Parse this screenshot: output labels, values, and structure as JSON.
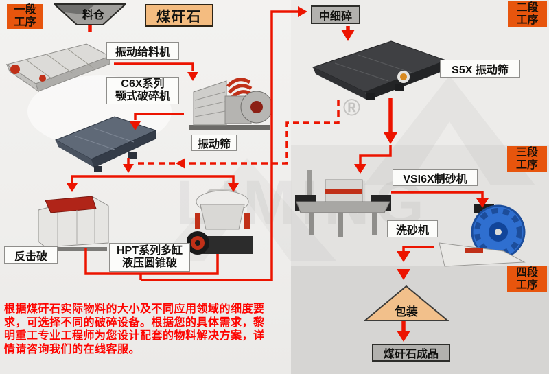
{
  "stages": [
    {
      "line1": "一段",
      "line2": "工序"
    },
    {
      "line1": "二段",
      "line2": "工序"
    },
    {
      "line1": "三段",
      "line2": "工序"
    },
    {
      "line1": "四段",
      "line2": "工序"
    }
  ],
  "flow": {
    "silo": "料仓",
    "material": "煤矸石",
    "feeder": "振动给料机",
    "jaw_crusher_line1": "C6X系列",
    "jaw_crusher_line2": "颚式破碎机",
    "vibrating_screen": "振动筛",
    "impact_crusher": "反击破",
    "cone_crusher_line1": "HPT系列多缸",
    "cone_crusher_line2": "液压圆锥破",
    "medium_fine_crushing": "中细碎",
    "s5x_screen": "S5X 振动筛",
    "sand_maker": "VSI6X制砂机",
    "sand_washer": "洗砂机",
    "packing": "包装",
    "final_product": "煤矸石成品"
  },
  "description_lines": [
    "根据煤矸石实际物料的大小及不同应用领域的细度要",
    "求，可选择不同的破碎设备。根据您的具体需求，黎",
    "明重工专业工程师为您设计配套的物料解决方案，详",
    "情请咨询我们的在线客服。"
  ],
  "watermark": {
    "registered": "®",
    "brand": "LIMING"
  },
  "colors": {
    "arrow_red": "#ec1400",
    "stage_label_bg": "#e7550d",
    "material_box_bg": "#f4bc80",
    "packing_triangle_bg": "#f2c08b",
    "gray_box_bg": "#b2b1ae",
    "description_red": "#fe0400"
  }
}
